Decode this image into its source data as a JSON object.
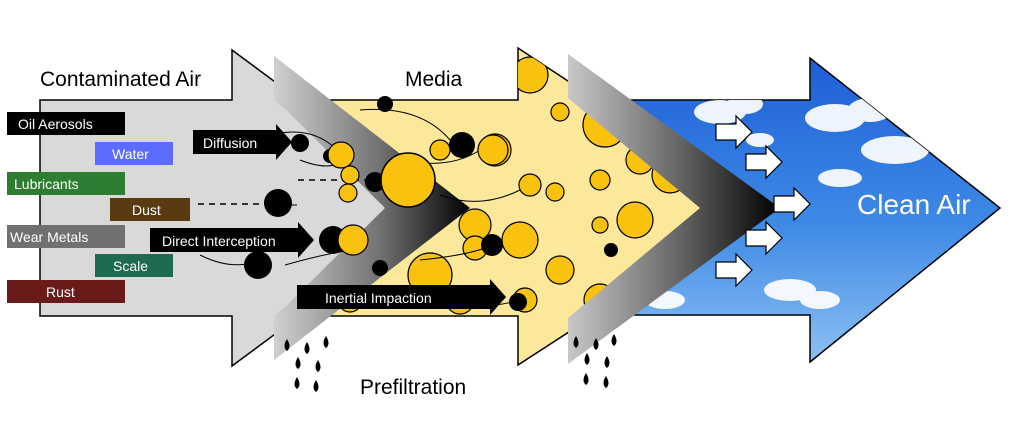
{
  "headings": {
    "contaminated_air": "Contaminated Air",
    "media": "Media",
    "prefiltration": "Prefiltration",
    "clean_air": "Clean Air"
  },
  "contaminants": [
    {
      "label": "Oil Aerosols",
      "color": "#000000"
    },
    {
      "label": "Water",
      "color": "#5b6cff"
    },
    {
      "label": "Lubricants",
      "color": "#2e7d32"
    },
    {
      "label": "Dust",
      "color": "#5a3a10"
    },
    {
      "label": "Wear Metals",
      "color": "#707070"
    },
    {
      "label": "Scale",
      "color": "#1f6b50"
    },
    {
      "label": "Rust",
      "color": "#6b1a1a"
    }
  ],
  "mechanisms": {
    "diffusion": "Diffusion",
    "direct_interception": "Direct Interception",
    "inertial_impaction": "Inertial Impaction"
  },
  "colors": {
    "contaminated_fill": "#d9d9d9",
    "media_fill": "#fbe89a",
    "particle_fill": "#f8c20f",
    "sky_top": "#1e5fd6",
    "sky_bottom": "#7fb6f0",
    "label_text": "#ffffff"
  },
  "icons": [
    "arrow-icon",
    "droplet-icon",
    "cloud-icon",
    "particle-icon"
  ]
}
